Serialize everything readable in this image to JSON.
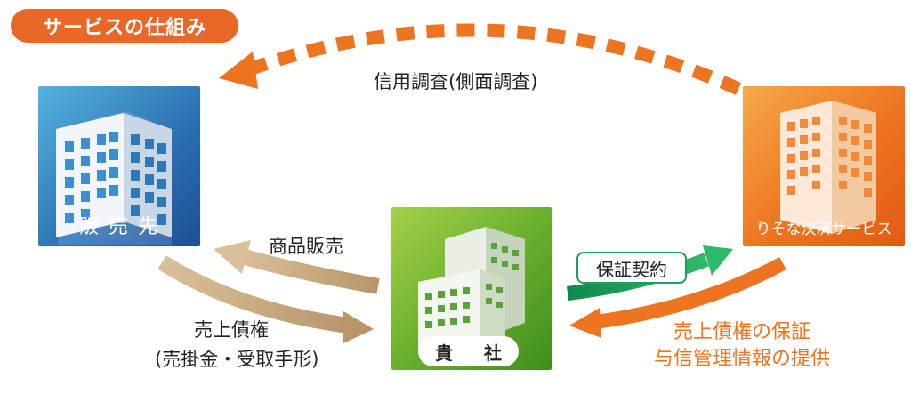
{
  "title": "サービスの仕組み",
  "nodes": {
    "seller": {
      "label": "販 売 先"
    },
    "our_company": {
      "label": "貴 社"
    },
    "resona": {
      "label": "りそな決済サービス"
    }
  },
  "flows": {
    "credit_check": "信用調査(側面調査)",
    "product_sales": "商品販売",
    "receivables_line1": "売上債権",
    "receivables_line2": "(売掛金・受取手形)",
    "guarantee_contract": "保証契約",
    "guarantee_info_line1": "売上債権の保証",
    "guarantee_info_line2": "与信管理情報の提供"
  },
  "colors": {
    "orange": "#ee7420",
    "title_orange": "#e8682a",
    "tan": "#c8a878",
    "green": "#1e9e5c",
    "blue": "#2a6fb0"
  }
}
